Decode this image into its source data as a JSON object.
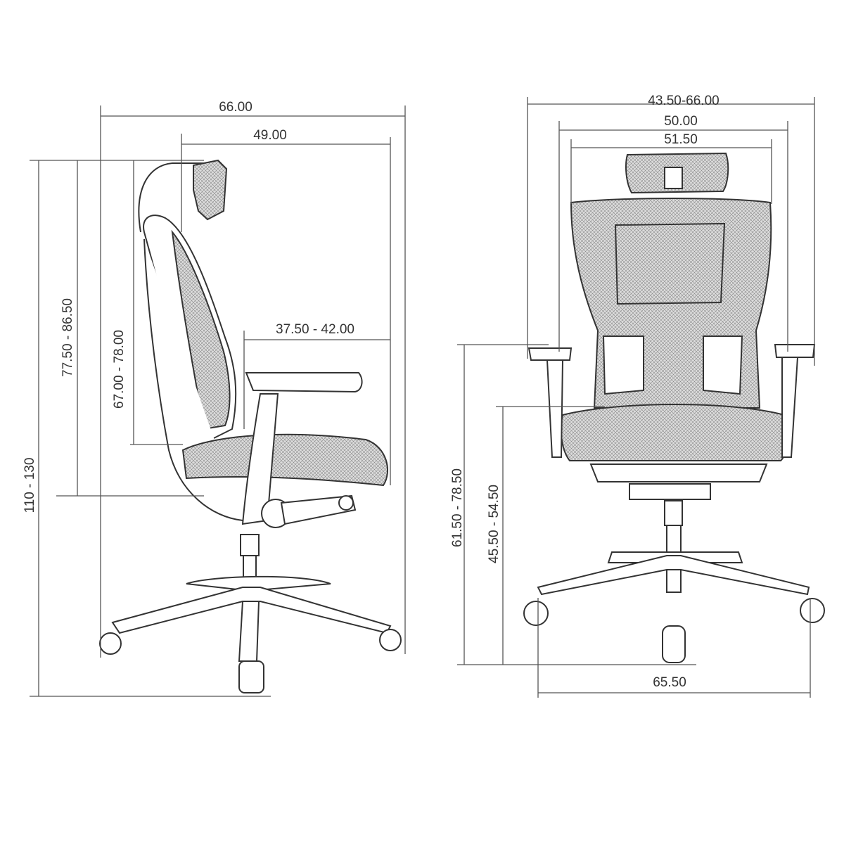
{
  "side_view": {
    "overall_depth": "66.00",
    "seat_back_depth": "49.00",
    "seat_depth": "37.50 - 42.00",
    "overall_height": "110 - 130",
    "back_height_from_armrest": "77.50 - 86.50",
    "back_height_from_seat": "67.00 - 78.00"
  },
  "front_view": {
    "armrest_width": "43.50-66.00",
    "back_width": "50.00",
    "seat_width": "51.50",
    "armrest_height": "61.50 - 78.50",
    "seat_height": "45.50 - 54.50",
    "base_width": "65.50"
  }
}
